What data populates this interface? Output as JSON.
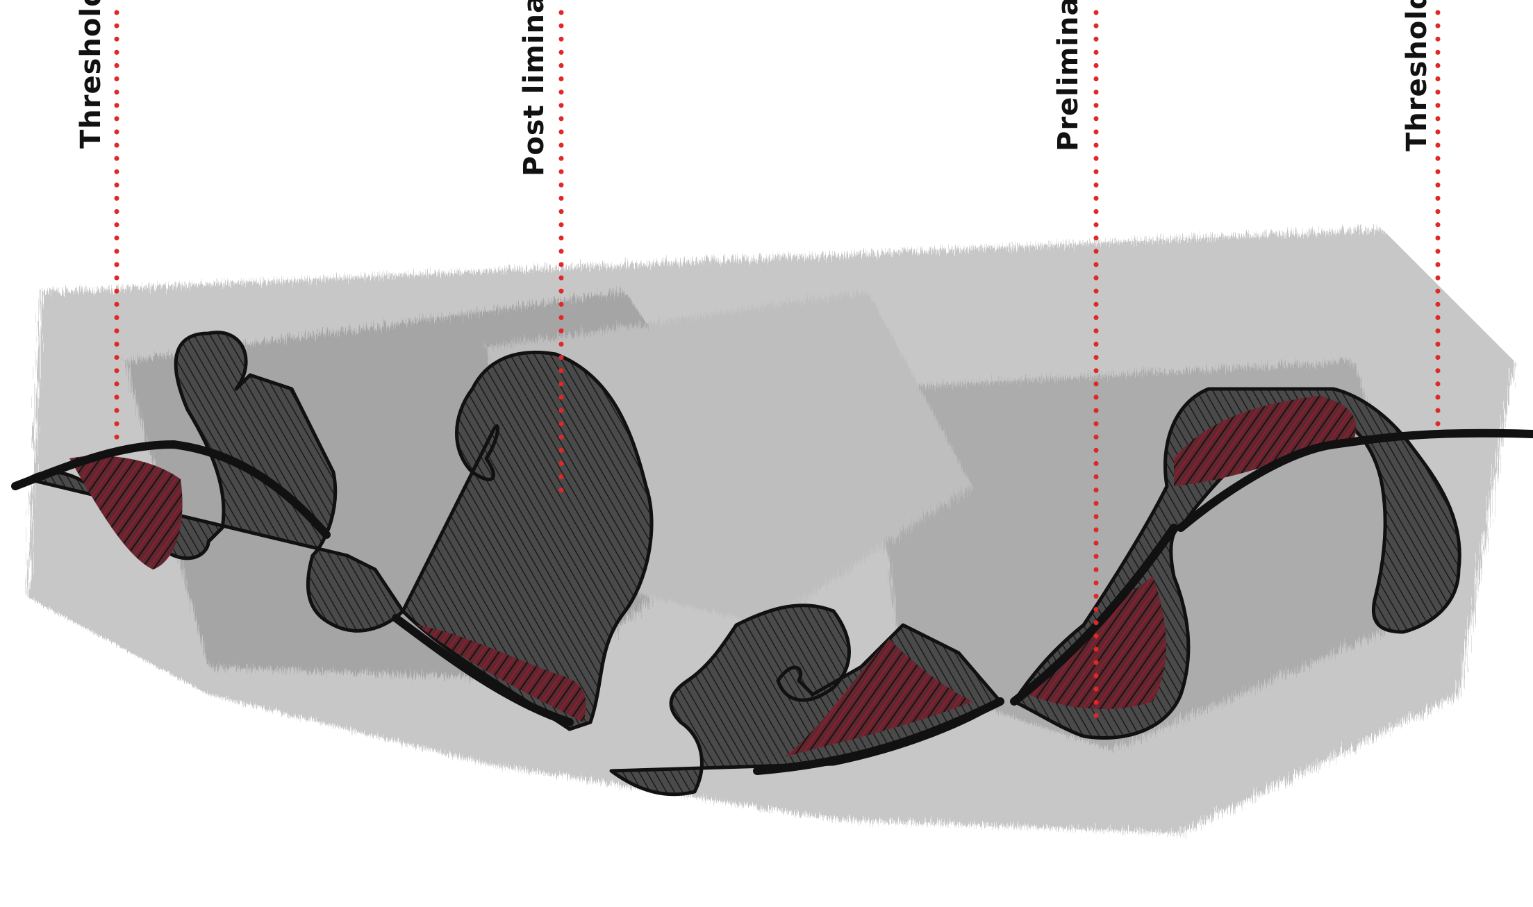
{
  "markers": [
    {
      "label": "Threshold"
    },
    {
      "label": "Post liminal"
    },
    {
      "label": "Preliminal"
    },
    {
      "label": "Threshold"
    }
  ],
  "colors": {
    "marker_dots": "#e02828",
    "ink": "#111111",
    "graphite": "#7a7a7a",
    "crimson_hatch": "#a0102a"
  }
}
